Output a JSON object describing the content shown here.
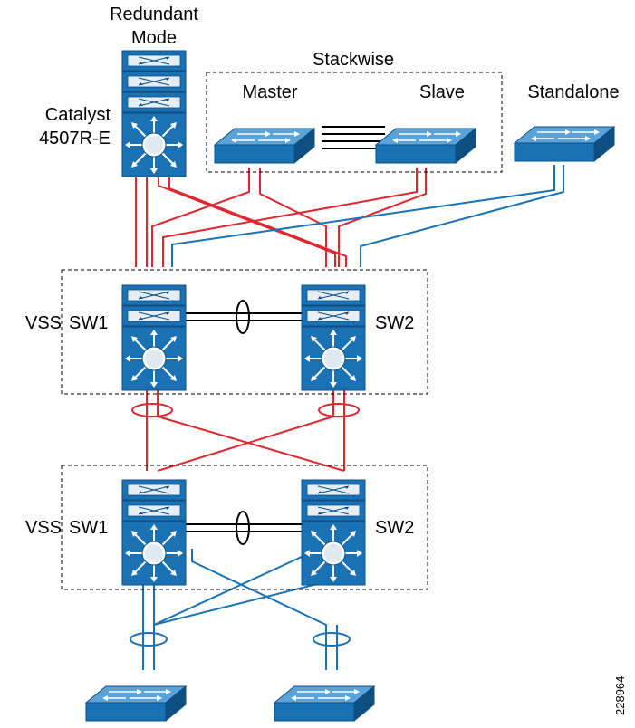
{
  "labels": {
    "redundant_mode_line1": "Redundant",
    "redundant_mode_line2": "Mode",
    "catalyst_line1": "Catalyst",
    "catalyst_line2": "4507R-E",
    "stackwise": "Stackwise",
    "master": "Master",
    "slave": "Slave",
    "standalone": "Standalone",
    "vss_top": "VSS",
    "sw1_top": "SW1",
    "sw2_top": "SW2",
    "vss_bottom": "VSS",
    "sw1_bottom": "SW1",
    "sw2_bottom": "SW2",
    "figure_id": "228964"
  },
  "colors": {
    "device_blue": "#1a72b4",
    "device_dark": "#0d4f82",
    "link_red": "#e0262f",
    "link_blue": "#1a72b4",
    "link_black": "#000000"
  },
  "icons": {
    "modular_switch": "catalyst-chassis-icon",
    "workgroup_switch": "workgroup-switch-icon"
  }
}
